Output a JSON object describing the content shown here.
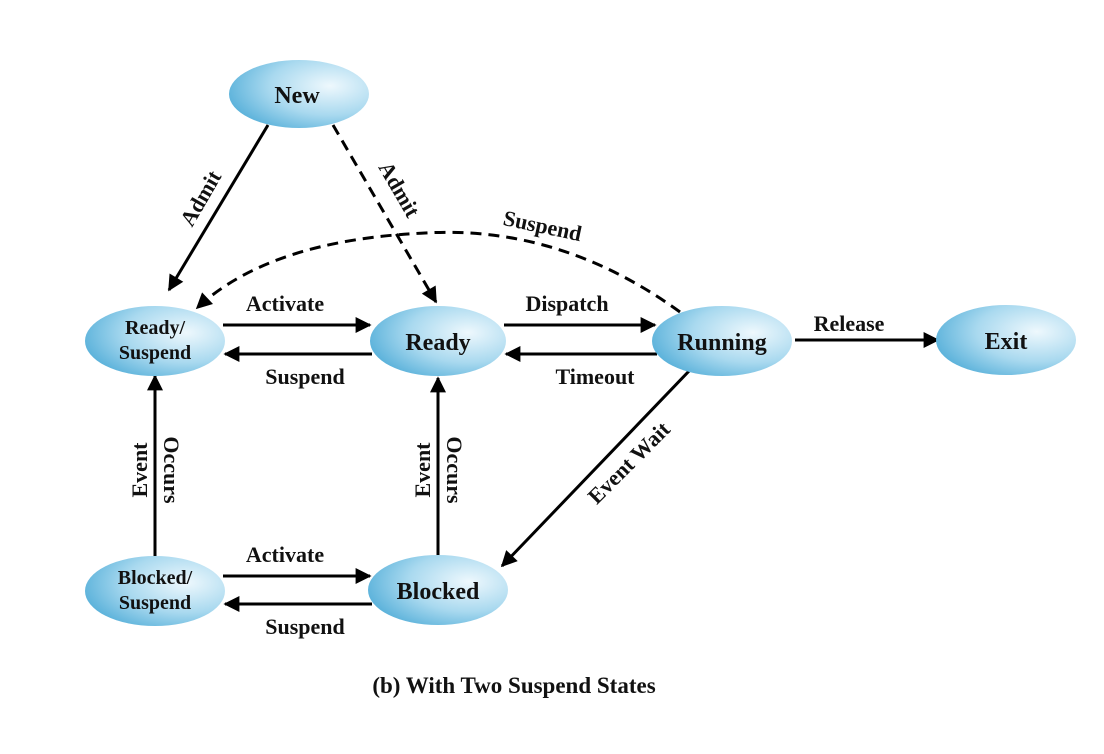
{
  "diagram": {
    "caption": "(b) With Two Suspend States",
    "nodes": {
      "new": "New",
      "ready_suspend_1": "Ready/",
      "ready_suspend_2": "Suspend",
      "ready": "Ready",
      "running": "Running",
      "exit": "Exit",
      "blocked_suspend_1": "Blocked/",
      "blocked_suspend_2": "Suspend",
      "blocked": "Blocked"
    },
    "edges": {
      "admit_to_ready_suspend": "Admit",
      "admit_to_ready": "Admit",
      "suspend_running_to_ready_suspend": "Suspend",
      "activate_ready": "Activate",
      "suspend_ready": "Suspend",
      "dispatch": "Dispatch",
      "timeout": "Timeout",
      "release": "Release",
      "event_wait": "Event Wait",
      "event_occurs_left_1": "Event",
      "event_occurs_left_2": "Occurs",
      "event_occurs_mid_1": "Event",
      "event_occurs_mid_2": "Occurs",
      "activate_blocked": "Activate",
      "suspend_blocked": "Suspend"
    },
    "colors": {
      "node_fill_light": "#e8f6fc",
      "node_fill_dark": "#5fb4dc",
      "line": "#000000"
    }
  }
}
